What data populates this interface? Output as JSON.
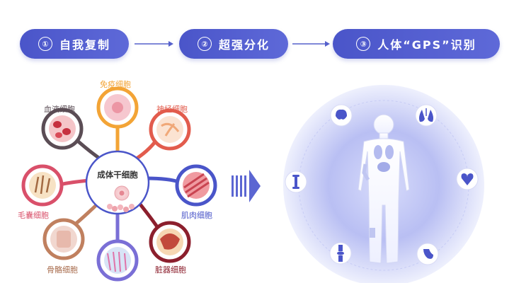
{
  "steps": [
    {
      "num": "①",
      "label": "自我复制"
    },
    {
      "num": "②",
      "label": "超强分化"
    },
    {
      "num": "③",
      "label": "人体“GPS”识别"
    }
  ],
  "center": {
    "label": "成体干细胞"
  },
  "cells": [
    {
      "label": "免疫细胞",
      "color": "#f3a436"
    },
    {
      "label": "神经细胞",
      "color": "#e25c4d"
    },
    {
      "label": "肌肉细胞",
      "color": "#4a55c9"
    },
    {
      "label": "脏器细胞",
      "color": "#8c1f2d"
    },
    {
      "label": "骨骼细胞",
      "color": "#c0805f"
    },
    {
      "label": "毛囊细胞",
      "color": "#d9506a"
    },
    {
      "label": "血液细胞",
      "color": "#5b4d55"
    },
    {
      "label": "",
      "color": "#7a6fd6"
    }
  ],
  "organ_icons": [
    "brain-icon",
    "lungs-icon",
    "heart-icon",
    "stomach-icon",
    "knee-joint-icon",
    "bone-icon"
  ]
}
